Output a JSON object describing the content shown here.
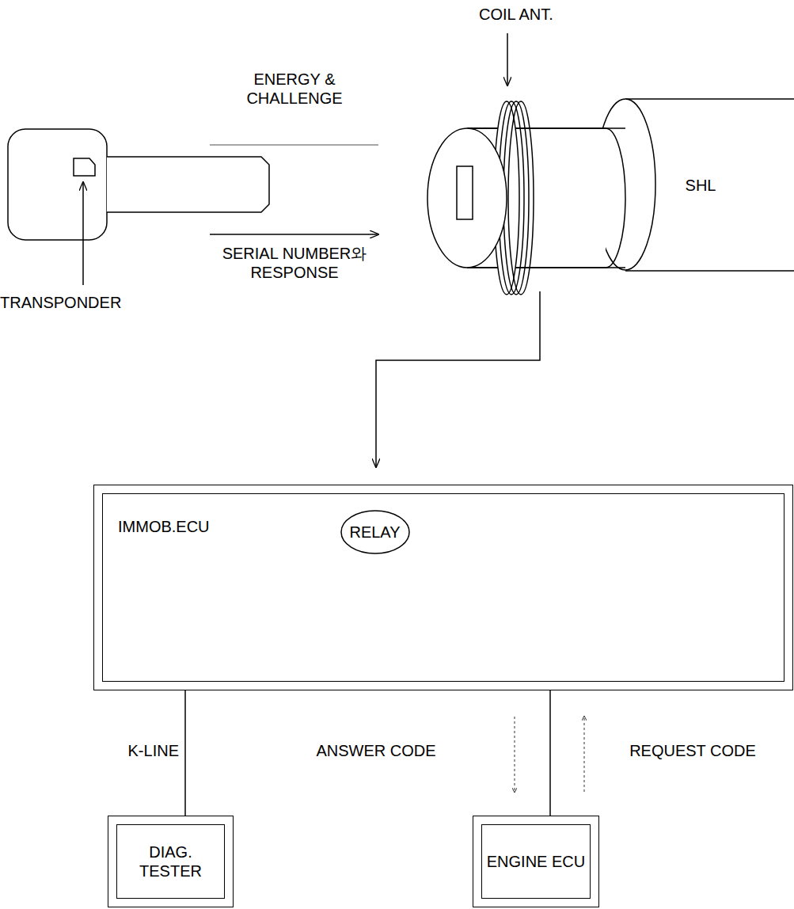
{
  "diagram": {
    "nodes": [
      {
        "text": [
          "IMMOB.ECU"
        ]
      },
      {
        "text": [
          "RELAY"
        ],
        "in": 0
      },
      {
        "text": [
          "DIAG. TESTER"
        ]
      },
      {
        "text": [
          "ENGINE ECU"
        ]
      }
    ],
    "edges": [
      {
        "from": 0,
        "to": 2,
        "arrow": "none",
        "label": "K-LINE"
      },
      {
        "from": 0,
        "to": 3,
        "arrow": "none"
      }
    ],
    "labels": [
      "COIL ANT.",
      "ENERGY & CHALLENGE",
      "SERIAL NUMBER와 RESPONSE",
      "TRANSPONDER",
      "SHL",
      "ANSWER CODE",
      "REQUEST CODE"
    ]
  }
}
